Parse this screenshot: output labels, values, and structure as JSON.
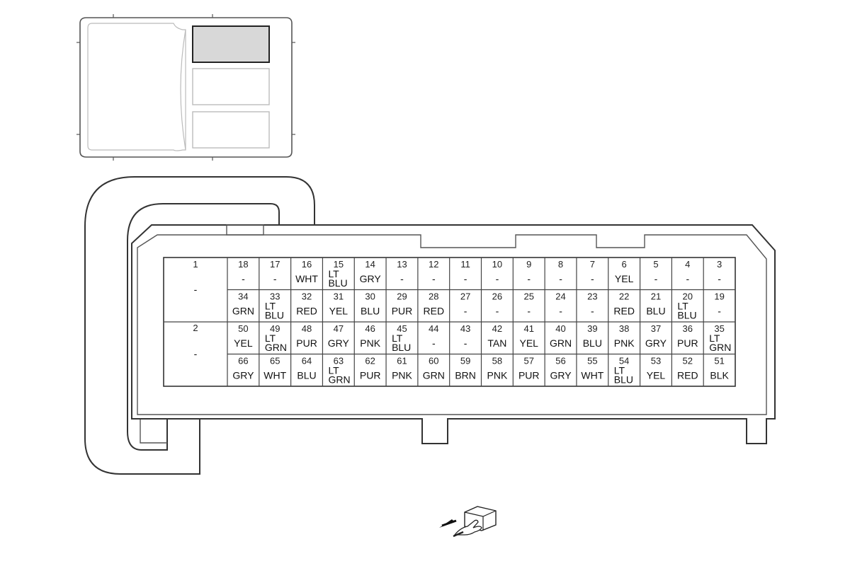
{
  "connector": {
    "large_cells": [
      {
        "pin": "1",
        "color": "-"
      },
      {
        "pin": "2",
        "color": "-"
      }
    ],
    "rows": [
      [
        {
          "pin": "18",
          "color": [
            "-"
          ]
        },
        {
          "pin": "17",
          "color": [
            "-"
          ]
        },
        {
          "pin": "16",
          "color": [
            "WHT"
          ]
        },
        {
          "pin": "15",
          "color": [
            "LT",
            "BLU"
          ]
        },
        {
          "pin": "14",
          "color": [
            "GRY"
          ]
        },
        {
          "pin": "13",
          "color": [
            "-"
          ]
        },
        {
          "pin": "12",
          "color": [
            "-"
          ]
        },
        {
          "pin": "11",
          "color": [
            "-"
          ]
        },
        {
          "pin": "10",
          "color": [
            "-"
          ]
        },
        {
          "pin": "9",
          "color": [
            "-"
          ]
        },
        {
          "pin": "8",
          "color": [
            "-"
          ]
        },
        {
          "pin": "7",
          "color": [
            "-"
          ]
        },
        {
          "pin": "6",
          "color": [
            "YEL"
          ]
        },
        {
          "pin": "5",
          "color": [
            "-"
          ]
        },
        {
          "pin": "4",
          "color": [
            "-"
          ]
        },
        {
          "pin": "3",
          "color": [
            "-"
          ]
        }
      ],
      [
        {
          "pin": "34",
          "color": [
            "GRN"
          ]
        },
        {
          "pin": "33",
          "color": [
            "LT",
            "BLU"
          ]
        },
        {
          "pin": "32",
          "color": [
            "RED"
          ]
        },
        {
          "pin": "31",
          "color": [
            "YEL"
          ]
        },
        {
          "pin": "30",
          "color": [
            "BLU"
          ]
        },
        {
          "pin": "29",
          "color": [
            "PUR"
          ]
        },
        {
          "pin": "28",
          "color": [
            "RED"
          ]
        },
        {
          "pin": "27",
          "color": [
            "-"
          ]
        },
        {
          "pin": "26",
          "color": [
            "-"
          ]
        },
        {
          "pin": "25",
          "color": [
            "-"
          ]
        },
        {
          "pin": "24",
          "color": [
            "-"
          ]
        },
        {
          "pin": "23",
          "color": [
            "-"
          ]
        },
        {
          "pin": "22",
          "color": [
            "RED"
          ]
        },
        {
          "pin": "21",
          "color": [
            "BLU"
          ]
        },
        {
          "pin": "20",
          "color": [
            "LT",
            "BLU"
          ]
        },
        {
          "pin": "19",
          "color": [
            "-"
          ]
        }
      ],
      [
        {
          "pin": "50",
          "color": [
            "YEL"
          ]
        },
        {
          "pin": "49",
          "color": [
            "LT",
            "GRN"
          ]
        },
        {
          "pin": "48",
          "color": [
            "PUR"
          ]
        },
        {
          "pin": "47",
          "color": [
            "GRY"
          ]
        },
        {
          "pin": "46",
          "color": [
            "PNK"
          ]
        },
        {
          "pin": "45",
          "color": [
            "LT",
            "BLU"
          ]
        },
        {
          "pin": "44",
          "color": [
            "-"
          ]
        },
        {
          "pin": "43",
          "color": [
            "-"
          ]
        },
        {
          "pin": "42",
          "color": [
            "TAN"
          ]
        },
        {
          "pin": "41",
          "color": [
            "YEL"
          ]
        },
        {
          "pin": "40",
          "color": [
            "GRN"
          ]
        },
        {
          "pin": "39",
          "color": [
            "BLU"
          ]
        },
        {
          "pin": "38",
          "color": [
            "PNK"
          ]
        },
        {
          "pin": "37",
          "color": [
            "GRY"
          ]
        },
        {
          "pin": "36",
          "color": [
            "PUR"
          ]
        },
        {
          "pin": "35",
          "color": [
            "LT",
            "GRN"
          ]
        }
      ],
      [
        {
          "pin": "66",
          "color": [
            "GRY"
          ]
        },
        {
          "pin": "65",
          "color": [
            "WHT"
          ]
        },
        {
          "pin": "64",
          "color": [
            "BLU"
          ]
        },
        {
          "pin": "63",
          "color": [
            "LT",
            "GRN"
          ]
        },
        {
          "pin": "62",
          "color": [
            "PUR"
          ]
        },
        {
          "pin": "61",
          "color": [
            "PNK"
          ]
        },
        {
          "pin": "60",
          "color": [
            "GRN"
          ]
        },
        {
          "pin": "59",
          "color": [
            "BRN"
          ]
        },
        {
          "pin": "58",
          "color": [
            "PNK"
          ]
        },
        {
          "pin": "57",
          "color": [
            "PUR"
          ]
        },
        {
          "pin": "56",
          "color": [
            "GRY"
          ]
        },
        {
          "pin": "55",
          "color": [
            "WHT"
          ]
        },
        {
          "pin": "54",
          "color": [
            "LT",
            "BLU"
          ]
        },
        {
          "pin": "53",
          "color": [
            "YEL"
          ]
        },
        {
          "pin": "52",
          "color": [
            "RED"
          ]
        },
        {
          "pin": "51",
          "color": [
            "BLK"
          ]
        }
      ]
    ]
  },
  "colors": {
    "outline": "#333333",
    "highlight_fill": "#d8d8d8",
    "module_light": "#bbbbbb"
  },
  "icons": {
    "locator_highlight": "highlighted-connector-slot",
    "view_indicator": "hand-pointer-icon"
  }
}
